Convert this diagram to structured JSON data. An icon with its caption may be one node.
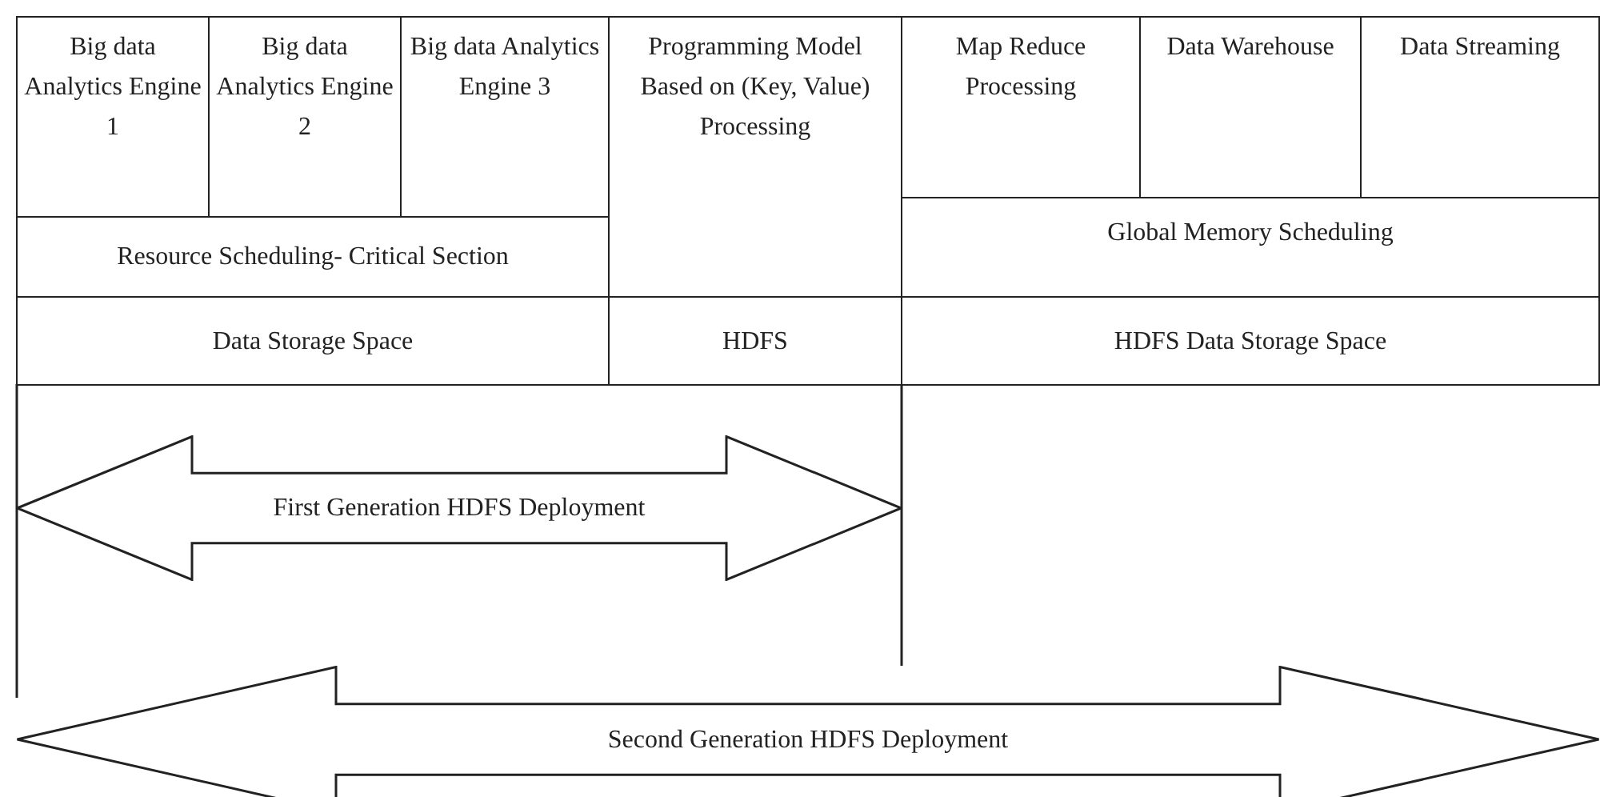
{
  "diagram": {
    "nodes": [
      {
        "text": [
          "Big data Analytics Engine 1"
        ]
      },
      {
        "text": [
          "Big data Analytics Engine 2"
        ]
      },
      {
        "text": [
          "Big data Analytics Engine 3"
        ]
      },
      {
        "text": [
          "Programming Model Based on (Key, Value) Processing"
        ]
      },
      {
        "text": [
          "Map Reduce Processing"
        ]
      },
      {
        "text": [
          "Data Warehouse"
        ]
      },
      {
        "text": [
          "Data Streaming"
        ]
      },
      {
        "text": [
          "Resource Scheduling- Critical Section"
        ]
      },
      {
        "text": [
          "Global Memory Scheduling"
        ]
      },
      {
        "text": [
          "Data Storage Space"
        ]
      },
      {
        "text": [
          "HDFS"
        ]
      },
      {
        "text": [
          "HDFS Data Storage Space"
        ]
      },
      {
        "text": [
          "First Generation HDFS Deployment"
        ]
      },
      {
        "text": [
          "Second Generation HDFS Deployment"
        ]
      }
    ]
  }
}
